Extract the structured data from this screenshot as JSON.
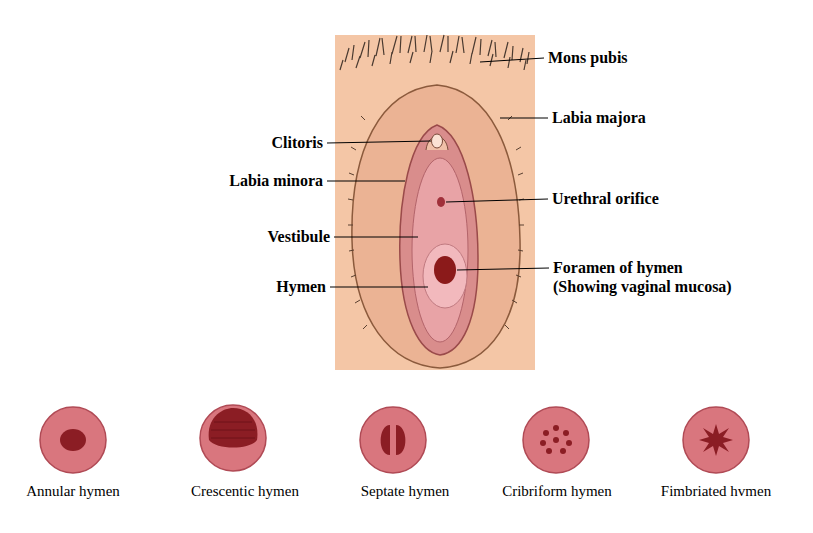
{
  "diagram": {
    "labels": [
      "Mons pubis",
      "Labia majora",
      "Clitoris",
      "Labia minora",
      "Urethral orifice",
      "Vestibule",
      "Hymen",
      "Foramen of hymen",
      "(Showing vaginal mucosa)",
      "Annular hymen",
      "Crescentic hymen",
      "Septate hymen",
      "Cribriform hymen",
      "Fimbriated hvmen"
    ]
  }
}
